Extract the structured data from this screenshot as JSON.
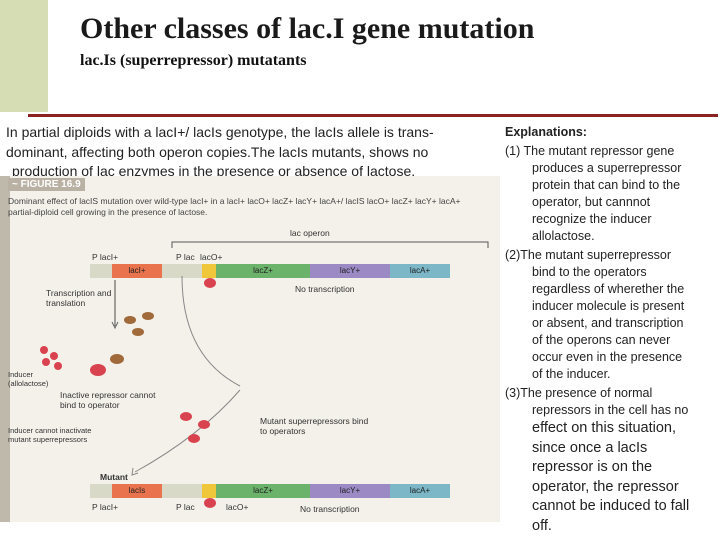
{
  "slide": {
    "title": "Other classes of lac.I gene mutation",
    "subtitle": "lac.Is (superrepressor) mutatants"
  },
  "lead_text": [
    "In partial diploids with a lacI+/ lacIs genotype, the lacIs allele is trans-",
    "dominant, affecting both operon copies.The lacIs mutants, shows no",
    "production of lac enzymes in the presence or absence of lactose."
  ],
  "explanations": {
    "heading": "Explanations:",
    "items": [
      [
        "(1) The mutant repressor gene",
        "produces a superrepressor",
        "protein that can bind to the",
        "operator, but cannnot",
        "recognize the inducer",
        "allolactose."
      ],
      [
        "(2)The mutant superrepressor",
        "bind to the operators",
        "regardless of wherether the",
        "inducer molecule is present",
        "or absent, and transcription",
        "of the operons can never",
        "occur even in the presence",
        "of the inducer."
      ],
      [
        "(3)The presence of normal",
        "repressors in the cell has no",
        "effect on this situation,",
        "since once a lacIs",
        "repressor is on the",
        "operator, the repressor",
        "cannot be induced to fall",
        "off."
      ]
    ]
  },
  "figure": {
    "header": "~ FIGURE 16.9",
    "caption": "Dominant effect of lacIS mutation over wild-type lacI+ in a lacI+ lacO+ lacZ+ lacY+ lacA+/ lacIS lacO+ lacZ+ lacY+ lacA+ partial-diploid cell growing in the presence of lactose.",
    "labels": {
      "lac_operon": "lac operon",
      "p_laci_top": "P lacI+",
      "p_lac_top": "P lac",
      "laco_top": "lacO+",
      "no_transcription_top": "No transcription",
      "transcription_translation": "Transcription and translation",
      "inducer": "Inducer (allolactose)",
      "inactive_repressor": "Inactive repressor cannot bind to operator",
      "inducer_cannot": "Inducer cannot inactivate mutant superrepressors",
      "mutant_superrepressors": "Mutant superrepressors bind to operators",
      "mutant": "Mutant",
      "p_laci_bottom": "P lacI+",
      "p_lac_bottom": "P lac",
      "laco_bottom": "lacO+",
      "no_transcription_bottom": "No transcription"
    },
    "top_genes": [
      "lacI+",
      "lacZ+",
      "lacY+",
      "lacA+"
    ],
    "bottom_genes": [
      "lacIs",
      "lacZ+",
      "lacY+",
      "lacA+"
    ],
    "colors": {
      "laci": "#e8734c",
      "operator": "#f0c63a",
      "lacz": "#6bb26b",
      "lacy": "#9b8ac4",
      "laca": "#7bb7c7",
      "repressor": "#d9434f",
      "inactive": "#a06a3a"
    }
  }
}
